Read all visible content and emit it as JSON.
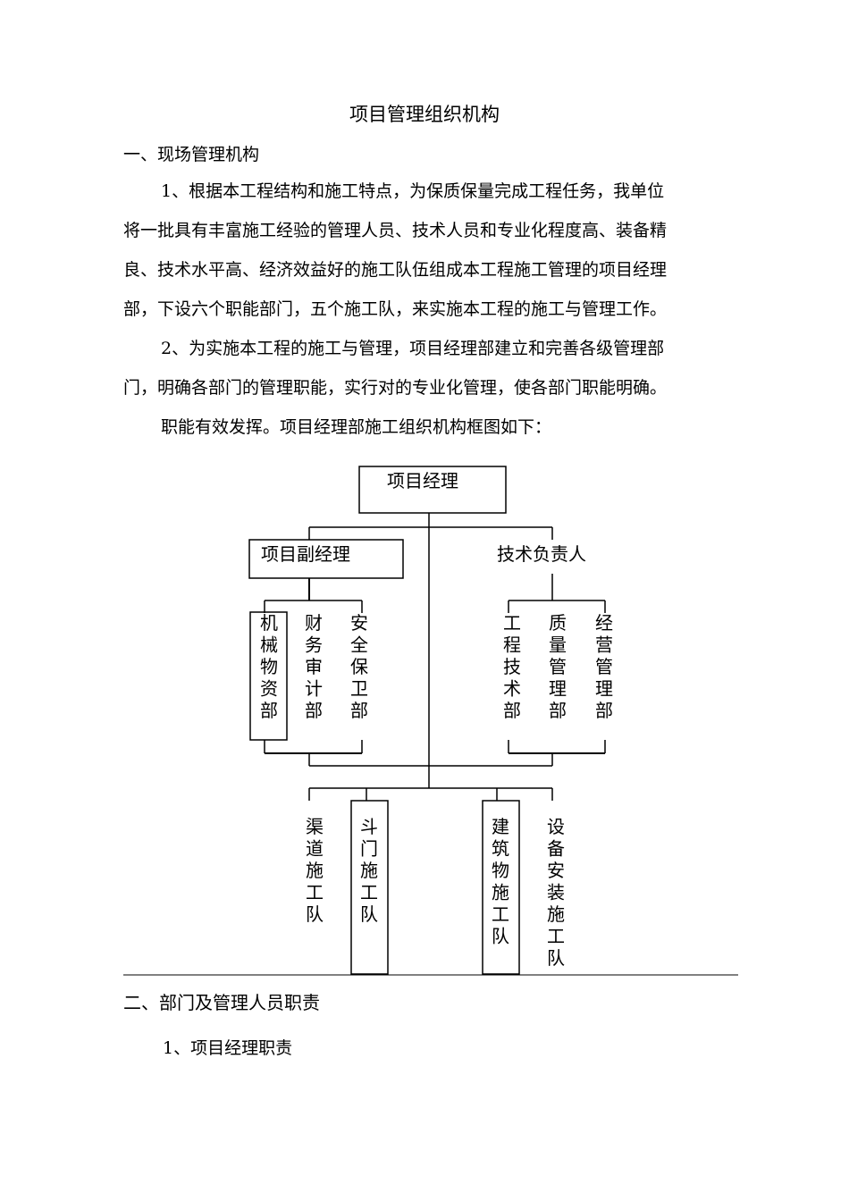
{
  "doc": {
    "title": "项目管理组织机构",
    "section1": "一、现场管理机构",
    "p1_lines": [
      "1、根据本工程结构和施工特点，为保质保量完成工程任务，我单位",
      "将一批具有丰富施工经验的管理人员、技术人员和专业化程度高、装备精",
      "良、技术水平高、经济效益好的施工队伍组成本工程施工管理的项目经理",
      "部，下设六个职能部门，五个施工队，来实施本工程的施工与管理工作。"
    ],
    "p2_lines": [
      "2、为实施本工程的施工与管理，项目经理部建立和完善各级管理部",
      "门，明确各部门的管理职能，实行对的专业化管理，使各部门职能明确。"
    ],
    "p3": "职能有效发挥。项目经理部施工组织机构框图如下：",
    "section2": "二、部门及管理人员职责",
    "sub1": "1、项目经理职责"
  },
  "org": {
    "top": "项目经理",
    "deputy": "项目副经理",
    "tech": "技术负责人",
    "left_depts": [
      "机械物资部",
      "财务审计部",
      "安全保卫部"
    ],
    "right_depts": [
      "工程技术部",
      "质量管理部",
      "经营管理部"
    ],
    "teams": [
      "渠道施工队",
      "斗门施工队",
      "建筑物施工队",
      "设备安装施工队"
    ]
  }
}
